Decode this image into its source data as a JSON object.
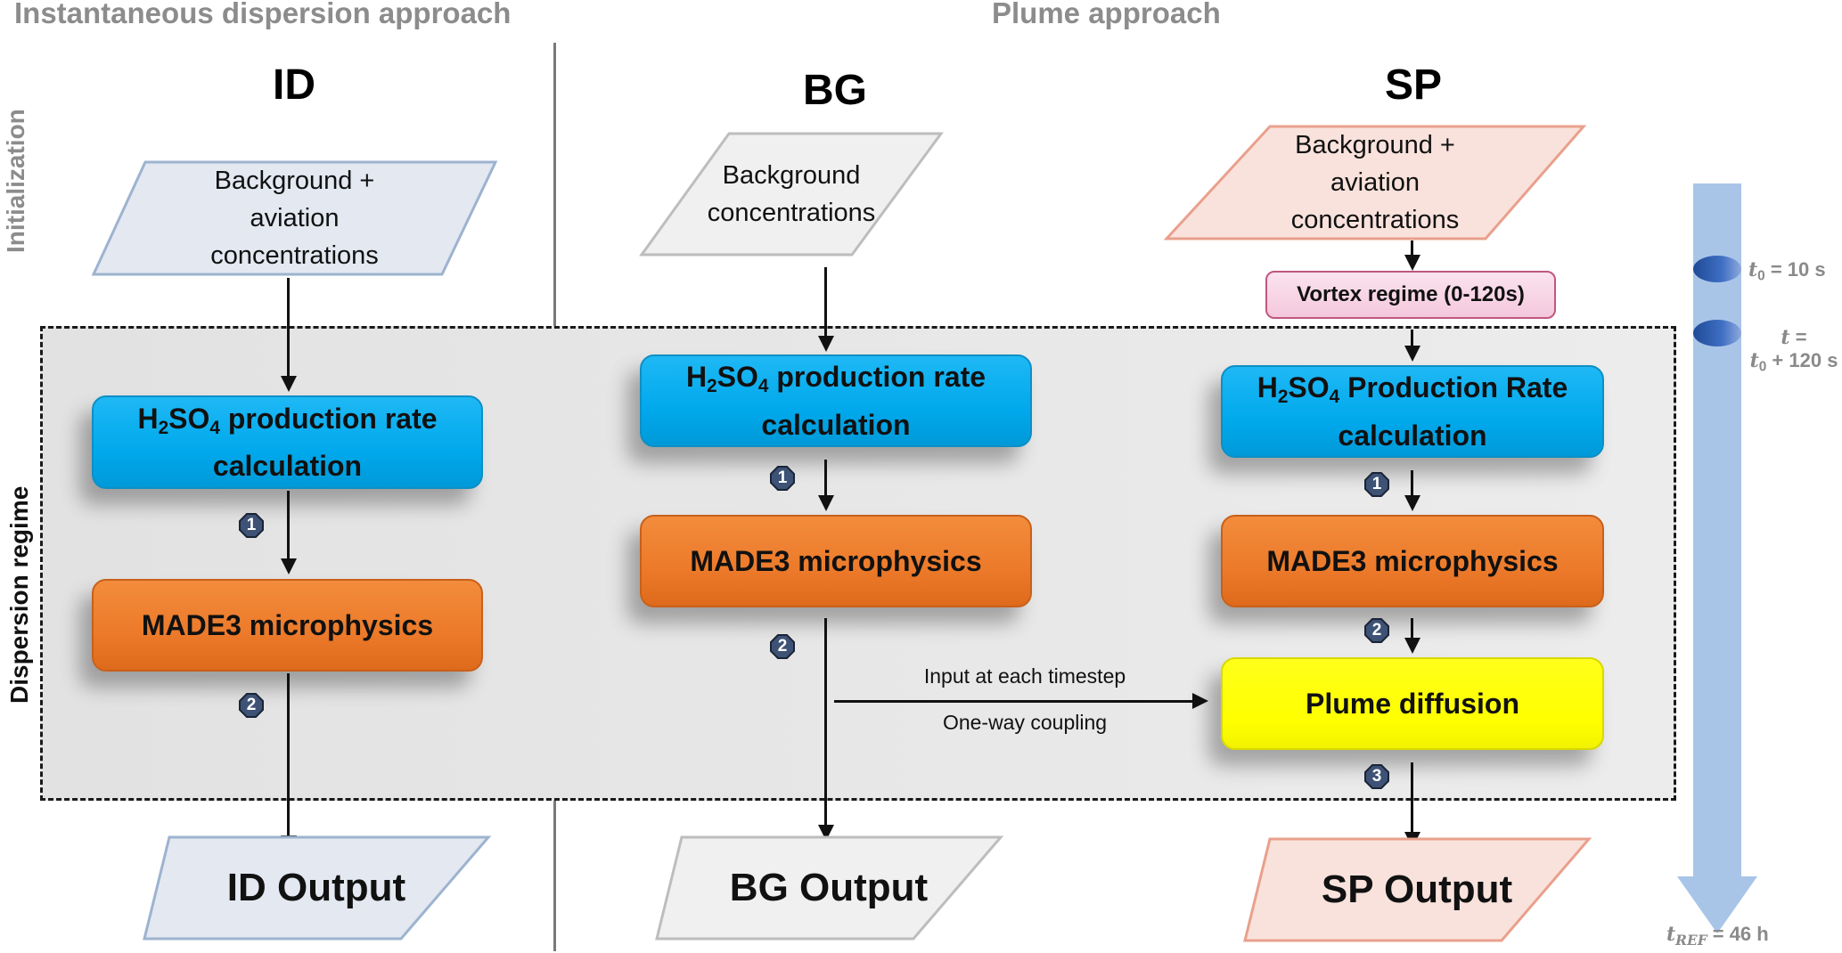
{
  "sections": {
    "left_title": "Instantaneous dispersion approach",
    "right_title": "Plume approach"
  },
  "row_labels": {
    "initialization": "Initialization",
    "dispersion": "Dispersion regime"
  },
  "columns": {
    "id": {
      "title": "ID",
      "input_lines": [
        "Background +",
        "aviation",
        "concentrations"
      ],
      "step1_line1_pre": "H",
      "step1_line1_sub1": "2",
      "step1_line1_mid": "SO",
      "step1_line1_sub2": "4",
      "step1_line1_post": " production rate",
      "step1_line2": "calculation",
      "step2": "MADE3 microphysics",
      "output": "ID Output",
      "badges": [
        "1",
        "2"
      ],
      "color_fill": "#e3e8f1",
      "color_edge": "#9db3cf"
    },
    "bg": {
      "title": "BG",
      "input_lines": [
        "Background",
        "concentrations"
      ],
      "step1_line1_pre": "H",
      "step1_line1_sub1": "2",
      "step1_line1_mid": "SO",
      "step1_line1_sub2": "4",
      "step1_line1_post": " production rate",
      "step1_line2": "calculation",
      "step2": "MADE3 microphysics",
      "output": "BG Output",
      "badges": [
        "1",
        "2"
      ],
      "color_fill": "#f0f0f0",
      "color_edge": "#bdbdbd"
    },
    "sp": {
      "title": "SP",
      "input_lines": [
        "Background +",
        "aviation",
        "concentrations"
      ],
      "vortex": "Vortex regime (0-120s)",
      "step1_line1_pre": "H",
      "step1_line1_sub1": "2",
      "step1_line1_mid": "SO",
      "step1_line1_sub2": "4",
      "step1_line1_post": " Production Rate",
      "step1_line2": "calculation",
      "step2": "MADE3 microphysics",
      "step3": "Plume diffusion",
      "output": "SP Output",
      "badges": [
        "1",
        "2",
        "3"
      ],
      "color_fill": "#f9e2dc",
      "color_edge": "#e9a08c"
    }
  },
  "coupling": {
    "top": "Input at each timestep",
    "bottom": "One-way coupling"
  },
  "timeline": {
    "marker1_var": "t",
    "marker1_sub": "0",
    "marker1_val": " = 10 s",
    "marker2_line1_var": "t",
    "marker2_line1_rest": " =",
    "marker2_line2_var": "t",
    "marker2_line2_sub": "0",
    "marker2_line2_rest": " + 120 s",
    "end_var": "t",
    "end_sub": "REF",
    "end_val": " = 46 h",
    "arrow_color": "#a8c5e8",
    "marker_color": "#2f5da8"
  }
}
